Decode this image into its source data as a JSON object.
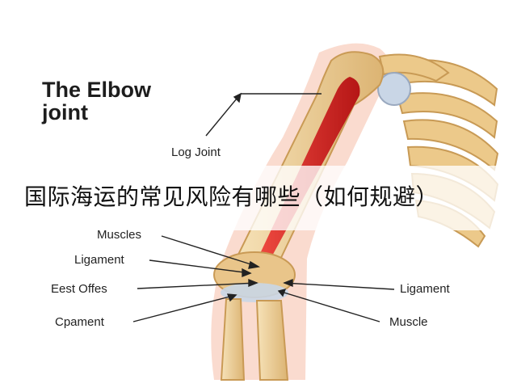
{
  "diagram": {
    "title_line1": "The Elbow",
    "title_line2": "joint",
    "labels": {
      "log_joint": "Log Joint",
      "muscles": "Muscles",
      "ligament_left": "Ligament",
      "est_offes": "Eest Offes",
      "cpament": "Cpament",
      "ligament_right": "Ligament",
      "muscle_right": "Muscle"
    }
  },
  "overlay": {
    "caption": "国际海运的常见风险有哪些（如何规避）"
  },
  "colors": {
    "bone": "#f1d6a2",
    "bone_shade": "#d9b170",
    "skin": "#f6c7b5",
    "muscle": "#d92a2a",
    "cartilage": "#c9d6e6"
  }
}
